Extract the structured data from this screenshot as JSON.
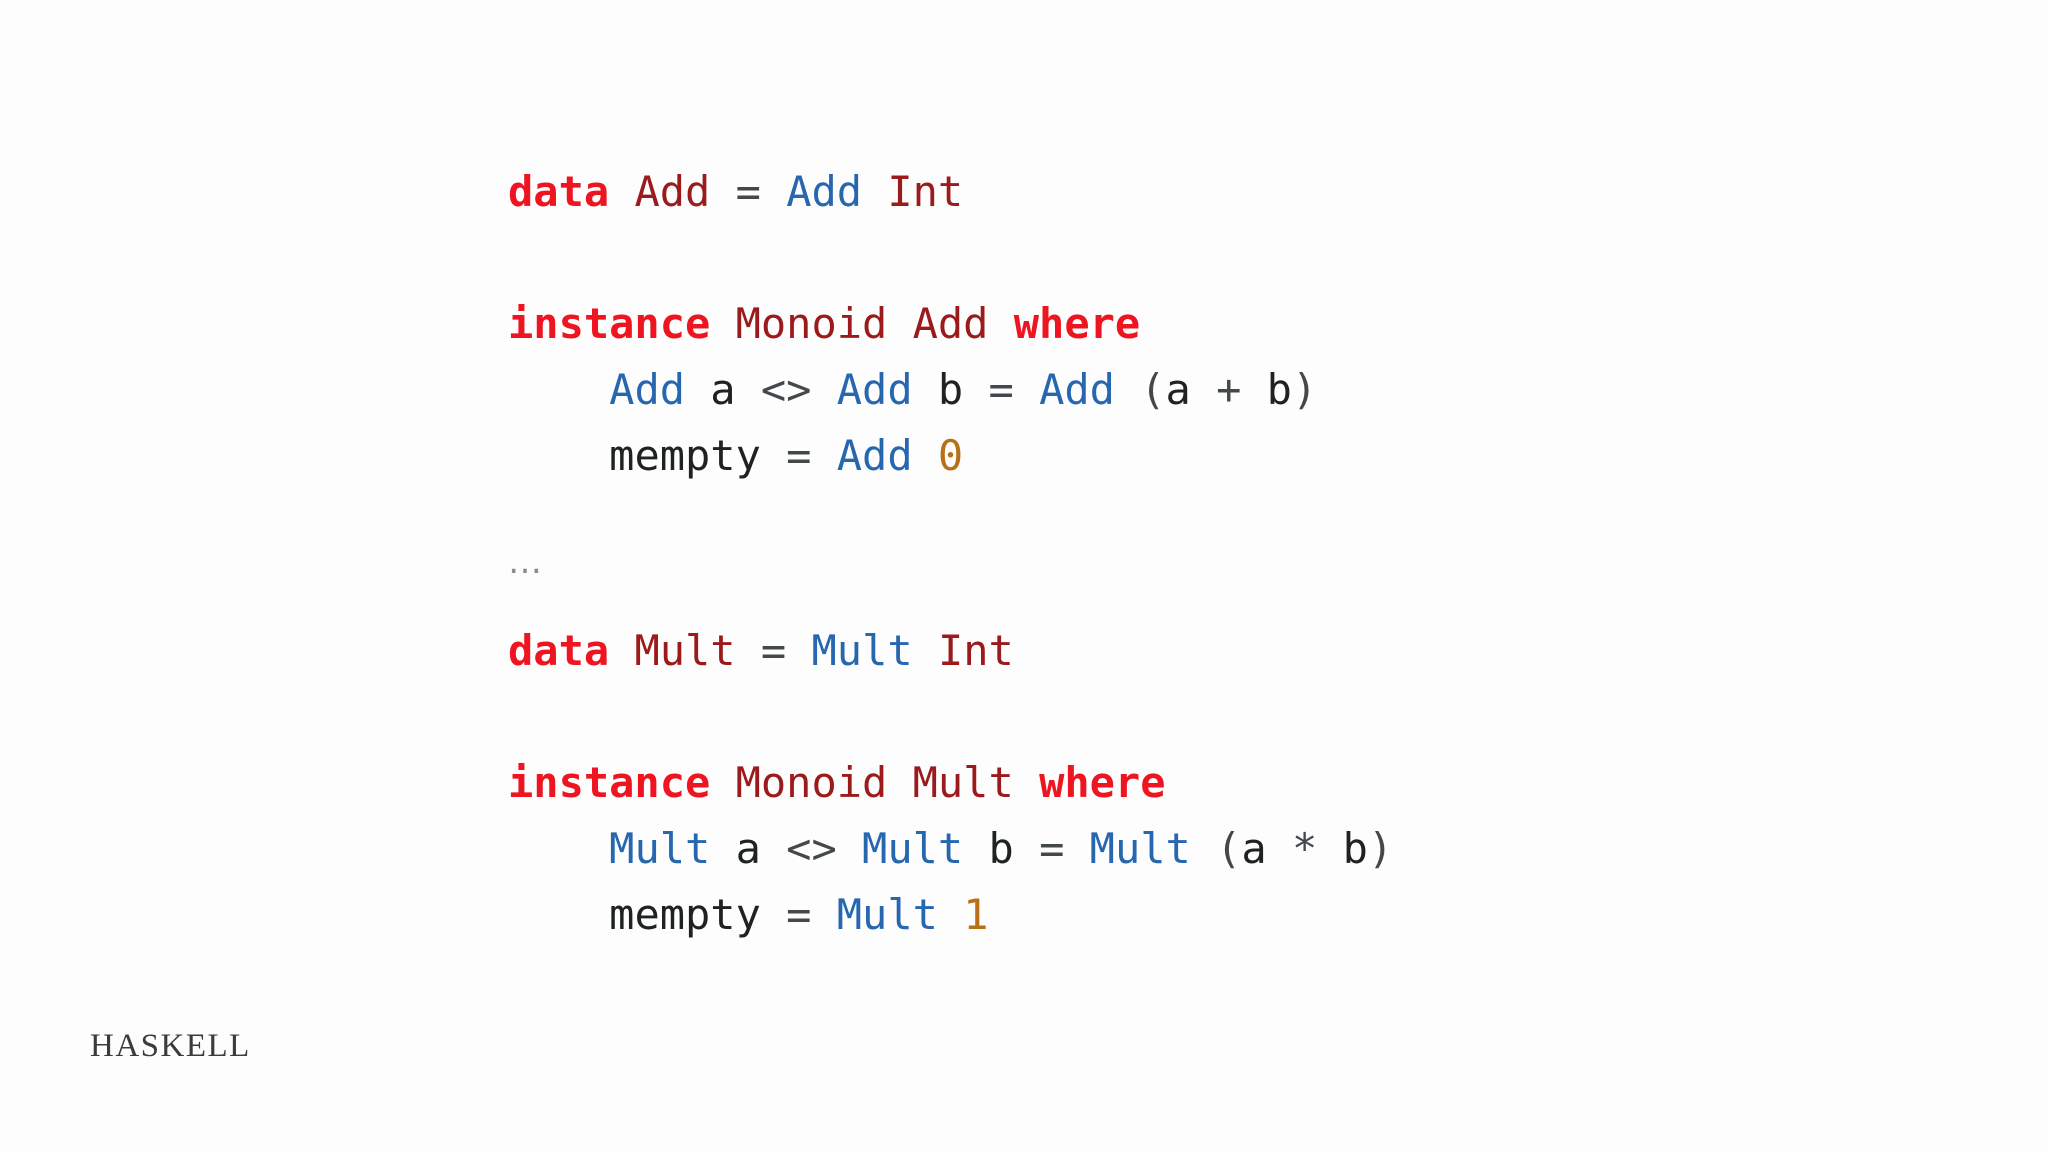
{
  "slide": {
    "background": "#fdfdfd",
    "language_label": "HASKELL",
    "ellipsis": "…"
  },
  "palette": {
    "keyword": "#ee1420",
    "type": "#9b1a1c",
    "constructor": "#2767b0",
    "plain": "#1f2223",
    "operator": "#43484b",
    "number": "#b86f15",
    "muted": "#8c8c8c",
    "label": "#3b3b3b"
  },
  "code": {
    "lines": [
      {
        "kind": "code",
        "segments": [
          {
            "t": "data",
            "c": "keyword",
            "b": true
          },
          {
            "t": " ",
            "c": "plain"
          },
          {
            "t": "Add",
            "c": "type"
          },
          {
            "t": " ",
            "c": "plain"
          },
          {
            "t": "=",
            "c": "operator"
          },
          {
            "t": " ",
            "c": "plain"
          },
          {
            "t": "Add",
            "c": "constructor"
          },
          {
            "t": " ",
            "c": "plain"
          },
          {
            "t": "Int",
            "c": "type"
          }
        ]
      },
      {
        "kind": "blank",
        "segments": []
      },
      {
        "kind": "code",
        "segments": [
          {
            "t": "instance",
            "c": "keyword",
            "b": true
          },
          {
            "t": " ",
            "c": "plain"
          },
          {
            "t": "Monoid",
            "c": "type"
          },
          {
            "t": " ",
            "c": "plain"
          },
          {
            "t": "Add",
            "c": "type"
          },
          {
            "t": " ",
            "c": "plain"
          },
          {
            "t": "where",
            "c": "keyword",
            "b": true
          }
        ]
      },
      {
        "kind": "code",
        "segments": [
          {
            "t": "    ",
            "c": "plain"
          },
          {
            "t": "Add",
            "c": "constructor"
          },
          {
            "t": " a ",
            "c": "plain"
          },
          {
            "t": "<>",
            "c": "operator"
          },
          {
            "t": " ",
            "c": "plain"
          },
          {
            "t": "Add",
            "c": "constructor"
          },
          {
            "t": " b ",
            "c": "plain"
          },
          {
            "t": "=",
            "c": "operator"
          },
          {
            "t": " ",
            "c": "plain"
          },
          {
            "t": "Add",
            "c": "constructor"
          },
          {
            "t": " ",
            "c": "plain"
          },
          {
            "t": "(",
            "c": "operator"
          },
          {
            "t": "a ",
            "c": "plain"
          },
          {
            "t": "+",
            "c": "operator"
          },
          {
            "t": " b",
            "c": "plain"
          },
          {
            "t": ")",
            "c": "operator"
          }
        ]
      },
      {
        "kind": "code",
        "segments": [
          {
            "t": "    ",
            "c": "plain"
          },
          {
            "t": "mempty ",
            "c": "plain"
          },
          {
            "t": "=",
            "c": "operator"
          },
          {
            "t": " ",
            "c": "plain"
          },
          {
            "t": "Add",
            "c": "constructor"
          },
          {
            "t": " ",
            "c": "plain"
          },
          {
            "t": "0",
            "c": "number"
          }
        ]
      },
      {
        "kind": "dots",
        "segments": [
          {
            "t": "…",
            "c": "muted"
          }
        ]
      },
      {
        "kind": "code",
        "segments": [
          {
            "t": "data",
            "c": "keyword",
            "b": true
          },
          {
            "t": " ",
            "c": "plain"
          },
          {
            "t": "Mult",
            "c": "type"
          },
          {
            "t": " ",
            "c": "plain"
          },
          {
            "t": "=",
            "c": "operator"
          },
          {
            "t": " ",
            "c": "plain"
          },
          {
            "t": "Mult",
            "c": "constructor"
          },
          {
            "t": " ",
            "c": "plain"
          },
          {
            "t": "Int",
            "c": "type"
          }
        ]
      },
      {
        "kind": "blank",
        "segments": []
      },
      {
        "kind": "code",
        "segments": [
          {
            "t": "instance",
            "c": "keyword",
            "b": true
          },
          {
            "t": " ",
            "c": "plain"
          },
          {
            "t": "Monoid",
            "c": "type"
          },
          {
            "t": " ",
            "c": "plain"
          },
          {
            "t": "Mult",
            "c": "type"
          },
          {
            "t": " ",
            "c": "plain"
          },
          {
            "t": "where",
            "c": "keyword",
            "b": true
          }
        ]
      },
      {
        "kind": "code",
        "segments": [
          {
            "t": "    ",
            "c": "plain"
          },
          {
            "t": "Mult",
            "c": "constructor"
          },
          {
            "t": " a ",
            "c": "plain"
          },
          {
            "t": "<>",
            "c": "operator"
          },
          {
            "t": " ",
            "c": "plain"
          },
          {
            "t": "Mult",
            "c": "constructor"
          },
          {
            "t": " b ",
            "c": "plain"
          },
          {
            "t": "=",
            "c": "operator"
          },
          {
            "t": " ",
            "c": "plain"
          },
          {
            "t": "Mult",
            "c": "constructor"
          },
          {
            "t": " ",
            "c": "plain"
          },
          {
            "t": "(",
            "c": "operator"
          },
          {
            "t": "a ",
            "c": "plain"
          },
          {
            "t": "*",
            "c": "operator"
          },
          {
            "t": " b",
            "c": "plain"
          },
          {
            "t": ")",
            "c": "operator"
          }
        ]
      },
      {
        "kind": "code",
        "segments": [
          {
            "t": "    ",
            "c": "plain"
          },
          {
            "t": "mempty ",
            "c": "plain"
          },
          {
            "t": "=",
            "c": "operator"
          },
          {
            "t": " ",
            "c": "plain"
          },
          {
            "t": "Mult",
            "c": "constructor"
          },
          {
            "t": " ",
            "c": "plain"
          },
          {
            "t": "1",
            "c": "number"
          }
        ]
      }
    ]
  }
}
